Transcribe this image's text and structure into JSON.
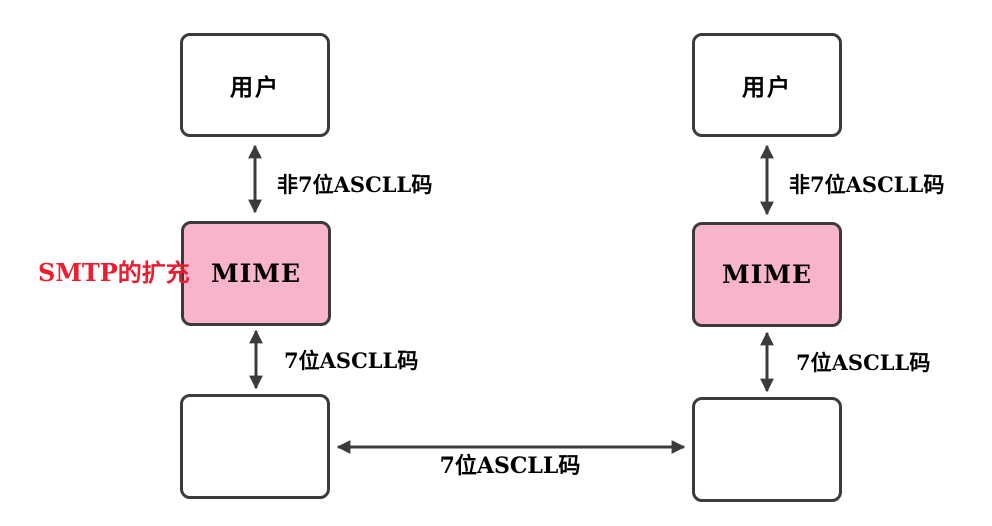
{
  "diagram": {
    "annotation": "SMTP的扩充",
    "left": {
      "user_label": "用户",
      "user_mime_link_label": "非7位ASCLL码",
      "mime_label": "MIME",
      "mime_server_link_label": "7位ASCLL码"
    },
    "right": {
      "user_label": "用户",
      "user_mime_link_label": "非7位ASCLL码",
      "mime_label": "MIME",
      "mime_server_link_label": "7位ASCLL码"
    },
    "server_link_label": "7位ASCLL码"
  },
  "colors": {
    "mime-fill": "#F8B4CB",
    "annotation-red": "#ED1C2E",
    "line": "#3B3B3B"
  }
}
